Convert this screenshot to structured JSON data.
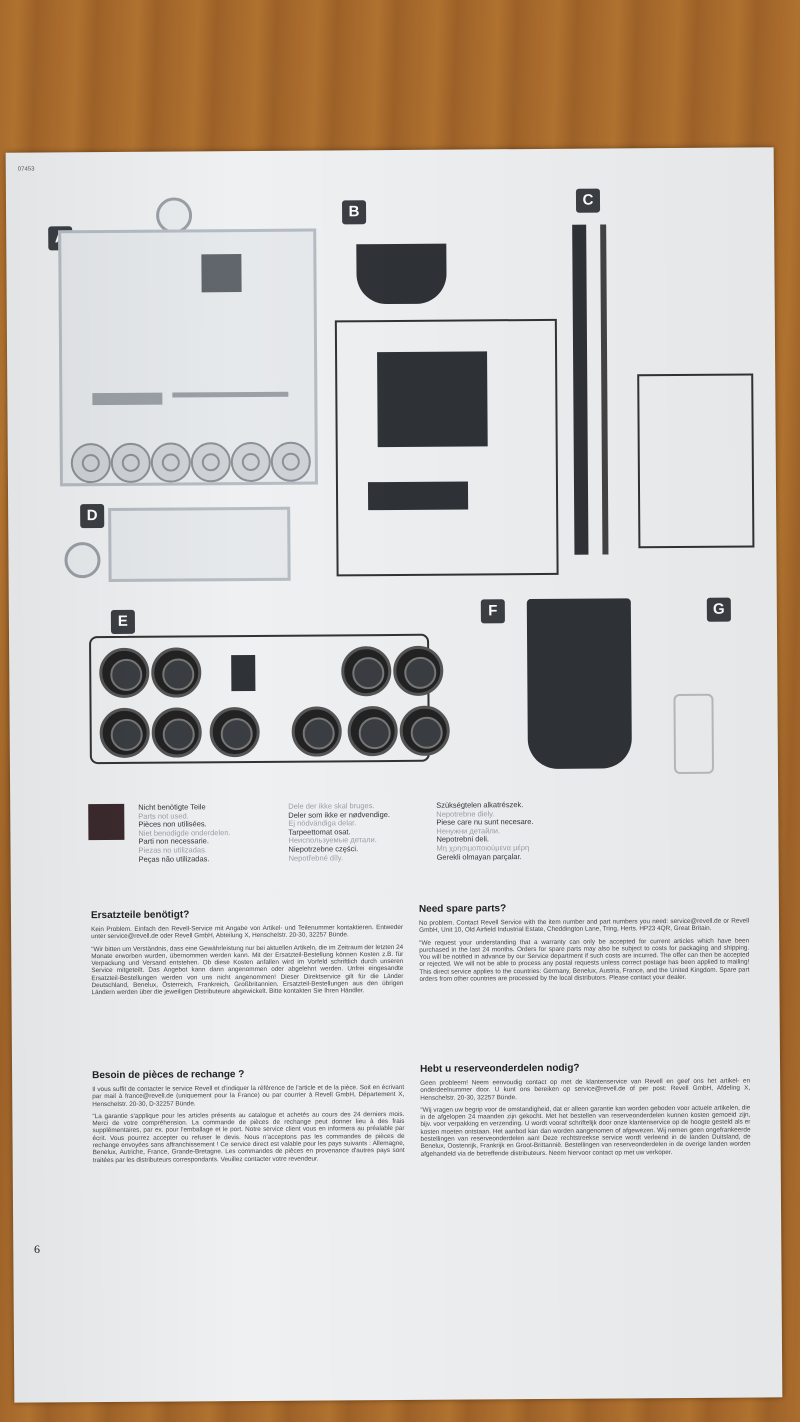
{
  "page": {
    "code": "07453",
    "number": "6"
  },
  "sections": {
    "a": "A",
    "b": "B",
    "c": "C",
    "d": "D",
    "e": "E",
    "f": "F",
    "g": "G"
  },
  "legend": {
    "c1": [
      "Nicht benötigte Teile",
      "Parts not used.",
      "Pièces non utilisées.",
      "Niet benodigde onderdelen.",
      "Parti non necessarie.",
      "Piezas no utilizadas.",
      "Peças não utilizadas."
    ],
    "c2": [
      "Dele der ikke skal bruges.",
      "Deler som ikke er nødvendige.",
      "Ej nödvändiga delar.",
      "Tarpeettomat osat.",
      "Неиспользуемые детали.",
      "Niepotrzebne części.",
      "Nepotřebné díly."
    ],
    "c3": [
      "Szükségtelen alkatrészek.",
      "Nepotrebne diely.",
      "Piese care nu sunt necesare.",
      "Ненужни детайли.",
      "Nepotrebni deli.",
      "Μη χρησιμοποιούμενα μέρη",
      "Gerekli olmayan parçalar."
    ]
  },
  "text": {
    "de": {
      "title": "Ersatzteile benötigt?",
      "p1": "Kein Problem. Einfach den Revell-Service mit Angabe von Artikel- und Teilenummer kontaktieren. Entweder unter service@revell.de oder Revell GmbH, Abteilung X, Henschelstr. 20-30, 32257 Bünde.",
      "p2": "\"Wir bitten um Verständnis, dass eine Gewährleistung nur bei aktuellen Artikeln, die im Zeitraum der letzten 24 Monate erworben wurden, übernommen werden kann. Mit der Ersatzteil-Bestellung können Kosten z.B. für Verpackung und Versand entstehen. Ob diese Kosten anfallen wird im Vorfeld schriftlich durch unseren Service mitgeteilt. Das Angebot kann dann angenommen oder abgelehnt werden. Unfrei eingesandte Ersatzteil-Bestellungen werden von uns nicht angenommen! Dieser Direktservice gilt für die Länder Deutschland, Benelux, Österreich, Frankreich, Großbritannien. Ersatzteil-Bestellungen aus den übrigen Ländern werden über die jeweiligen Distributeure abgewickelt. Bitte kontakten Sie Ihren Händler."
    },
    "en": {
      "title": "Need spare parts?",
      "p1": "No problem. Contact Revell Service with the item number and part numbers you need: service@revell.de or Revell GmbH, Unit 10, Old Airfield Industrial Estate, Cheddington Lane, Tring, Herts. HP23 4QR, Great Britain.",
      "p2": "\"We request your understanding that a warranty can only be accepted for current articles which have been purchased in the last 24 months. Orders for spare parts may also be subject to costs for packaging and shipping. You will be notified in advance by our Service department if such costs are incurred. The offer can then be accepted or rejected. We will not be able to process any postal requests unless correct postage has been applied to mailing! This direct service applies to the countries: Germany, Benelux, Austria, France, and the United Kingdom. Spare part orders from other countries are processed by the local distributors. Please contact your dealer."
    },
    "fr": {
      "title": "Besoin de pièces de rechange ?",
      "p1": "Il vous suffit de contacter le service Revell et d'indiquer la référence de l'article et de la pièce. Soit en écrivant par mail à france@revell.de (uniquement pour la France) ou par courrier à Revell GmbH, Département X, Henschelstr. 20-30, D-32257 Bünde.",
      "p2": "\"La garantie s'applique pour les articles présents au catalogue et achetés au cours des 24 derniers mois. Merci de votre compréhension. La commande de pièces de rechange peut donner lieu à des frais supplémentaires, par ex. pour l'emballage et le port. Notre service client vous en informera au préalable par écrit. Vous pourrez accepter ou refuser le devis. Nous n'acceptons pas les commandes de pièces de rechange envoyées sans affranchissement ! Ce service direct est valable pour les pays suivants : Allemagne, Benelux, Autriche, France, Grande-Bretagne. Les commandes de pièces en provenance d'autres pays sont traitées par les distributeurs correspondants. Veuillez contacter votre revendeur."
    },
    "nl": {
      "title": "Hebt u reserveonderdelen nodig?",
      "p1": "Geen probleem! Neem eenvoudig contact op met de klantenservice van Revell en geef ons het artikel- en onderdeelnummer door. U kunt ons bereiken op service@revell.de of per post: Revell GmbH, Afdeling X, Henschelstr. 20-30, 32257 Bünde.",
      "p2": "\"Wij vragen uw begrip voor de omstandigheid, dat er alleen garantie kan worden geboden voor actuele artikelen, die in de afgelopen 24 maanden zijn gekocht. Met het bestellen van reserveonderdelen kunnen kosten gemoeid zijn, bijv. voor verpakking en verzending. U wordt vooraf schriftelijk door onze klantenservice op de hoogte gesteld als er kosten moeten ontstaan. Het aanbod kan dan worden aangenomen of afgewezen. Wij nemen geen ongefrankeerde bestellingen van reserveonderdelen aan! Deze rechtstreekse service wordt verleend in de landen Duitsland, de Benelux, Oostenrijk, Frankrijk en Groot-Brittannië. Bestellingen van reserveonderdelen in de overige landen worden afgehandeld via de betreffende distributeurs. Neem hiervoor contact op met uw verkoper."
    }
  }
}
